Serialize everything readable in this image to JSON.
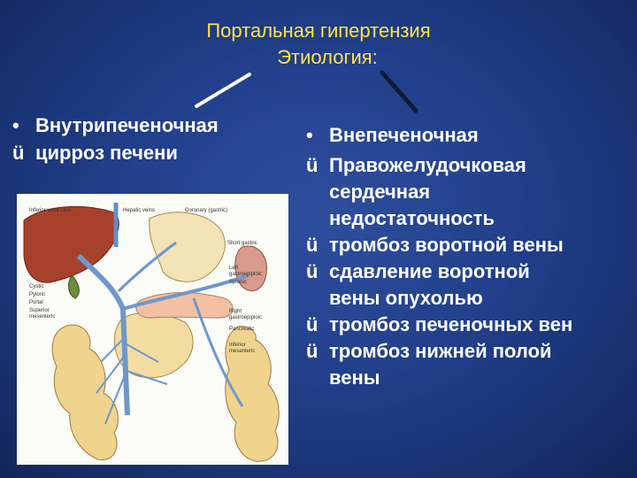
{
  "title": {
    "line1": "Портальная гипертензия",
    "line2": "Этиология:"
  },
  "left": {
    "bullet": "•",
    "heading": "Внутрипеченочная",
    "check": "ü",
    "item": "цирроз печени"
  },
  "right": {
    "bullet": "•",
    "heading": "Внепеченочная",
    "check": "ü",
    "items": [
      {
        "lines": [
          "Правожелудочковая",
          "сердечная",
          "недостаточность"
        ]
      },
      {
        "lines": [
          "тромбоз воротной вены"
        ]
      },
      {
        "lines": [
          "сдавление воротной",
          "вены опухолью"
        ]
      },
      {
        "lines": [
          "тромбоз печеночных вен"
        ]
      },
      {
        "lines": [
          "тромбоз нижней полой",
          "вены"
        ]
      }
    ]
  },
  "figure": {
    "labels": {
      "ivc": "Inferior vena cava",
      "hepatic": "Hepatic veins",
      "coronary": "Coronary (gastric)",
      "short_gastric": "Short gastric",
      "left_gastro": "Left",
      "left_gastro2": "gastroepiploic",
      "splenic": "Splenic",
      "cystic": "Cystic",
      "pyloric": "Pyloric",
      "portal": "Portal",
      "superior": "Superior",
      "mesenteric": "mesenteric",
      "right_gastro": "Right",
      "right_gastro2": "gastroepiploic",
      "pancreatic": "Pancreatic",
      "inferior": "Inferior",
      "inf_mesenteric": "mesenteric"
    }
  },
  "colors": {
    "title": "#ffe44a",
    "text": "#ffffff",
    "liver": "#a8412b",
    "vein": "#5f8fc8",
    "intestine": "#efd28a"
  }
}
